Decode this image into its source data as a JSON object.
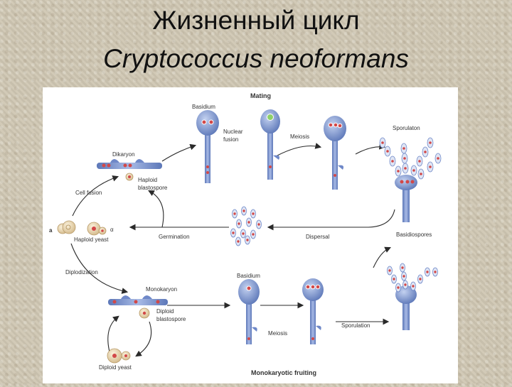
{
  "slide": {
    "title_line1": "Жизненный цикл",
    "title_line2": "Cryptococcus neoformans"
  },
  "diagram": {
    "mating": "Mating",
    "basidium_top": "Basidium",
    "nuclear_fusion": [
      "Nuclear",
      "fusion"
    ],
    "meiosis_top": "Meiosis",
    "sporulation_top": "Sporulaton",
    "dikaryon": "Dikaryon",
    "haploid_blastospore": [
      "Haploid",
      "blastospore"
    ],
    "cell_fusion": "Cell fusion",
    "a_label": "a",
    "alpha_label": "α",
    "haploid_yeast": "Haploid yeast",
    "germination": "Germination",
    "dispersal": "Dispersal",
    "basidiospores": "Basidiospores",
    "diploidization": "Diplodization",
    "basidium_bottom": "Basidium",
    "monokaryon": "Monokaryon",
    "diploid_blastospore": [
      "Diploid",
      "blastospore"
    ],
    "meiosis_bottom": "Meiosis",
    "sporulation_bottom": "Sporulation",
    "diploid_yeast": "Diploid yeast",
    "monokaryotic_fruiting": "Monokaryotic fruiting"
  }
}
